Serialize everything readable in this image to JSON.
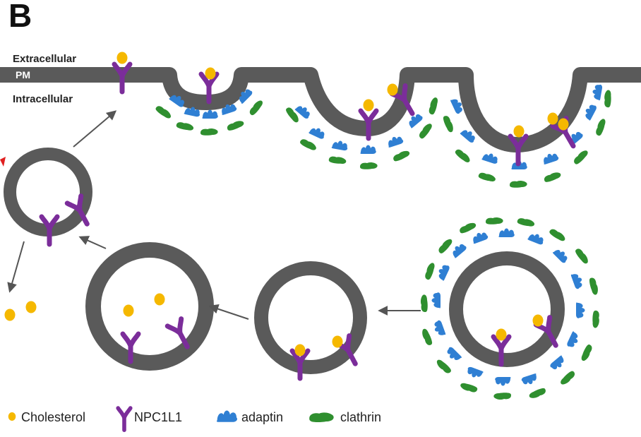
{
  "panel_label": "B",
  "labels": {
    "extracellular": "Extracellular",
    "pm": "PM",
    "intracellular": "Intracellular"
  },
  "legend": [
    {
      "icon": "cholesterol-icon",
      "label": "Cholesterol"
    },
    {
      "icon": "npc1l1-icon",
      "label": "NPC1L1"
    },
    {
      "icon": "adaptin-icon",
      "label": "adaptin"
    },
    {
      "icon": "clathrin-icon",
      "label": "clathrin"
    }
  ],
  "colors": {
    "membrane": "#5a5a5a",
    "cholesterol": "#f5b800",
    "npc1l1": "#7b2d9a",
    "adaptin": "#2f7fd3",
    "clathrin": "#2f8f2f",
    "arrow": "#555555",
    "accent": "#e02020"
  }
}
